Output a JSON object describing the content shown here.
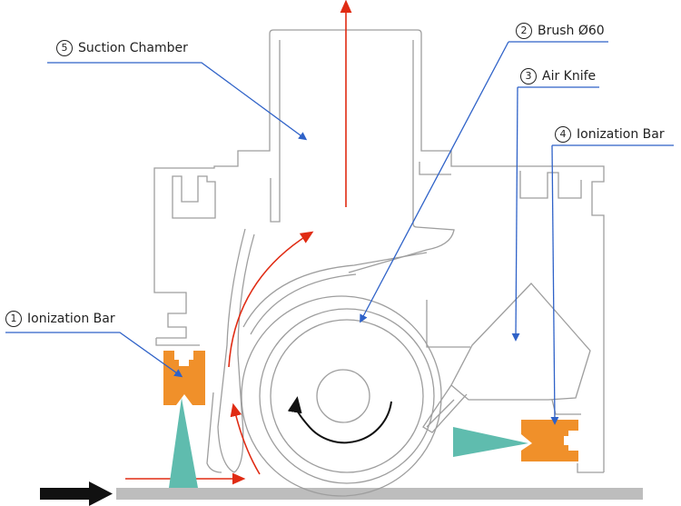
{
  "colors": {
    "outline": "#9e9e9e",
    "leader": "#2f62c8",
    "airflow": "#e02b13",
    "ionizer": "#f0902a",
    "ion_beam": "#5fbcae",
    "conveyor": "#bdbdbd",
    "feed_arrow": "#111111"
  },
  "labels": [
    {
      "id": "suction",
      "number": "5",
      "text": "Suction Chamber"
    },
    {
      "id": "brush",
      "number": "2",
      "text": "Brush Ø60"
    },
    {
      "id": "airknife",
      "number": "3",
      "text": "Air Knife"
    },
    {
      "id": "ionbar_right",
      "number": "4",
      "text": "Ionization Bar"
    },
    {
      "id": "ionbar_left",
      "number": "1",
      "text": "Ionization Bar"
    }
  ],
  "icons": {
    "feed_direction": "right-arrow-icon",
    "brush_rotation": "rotation-arrow-icon"
  }
}
